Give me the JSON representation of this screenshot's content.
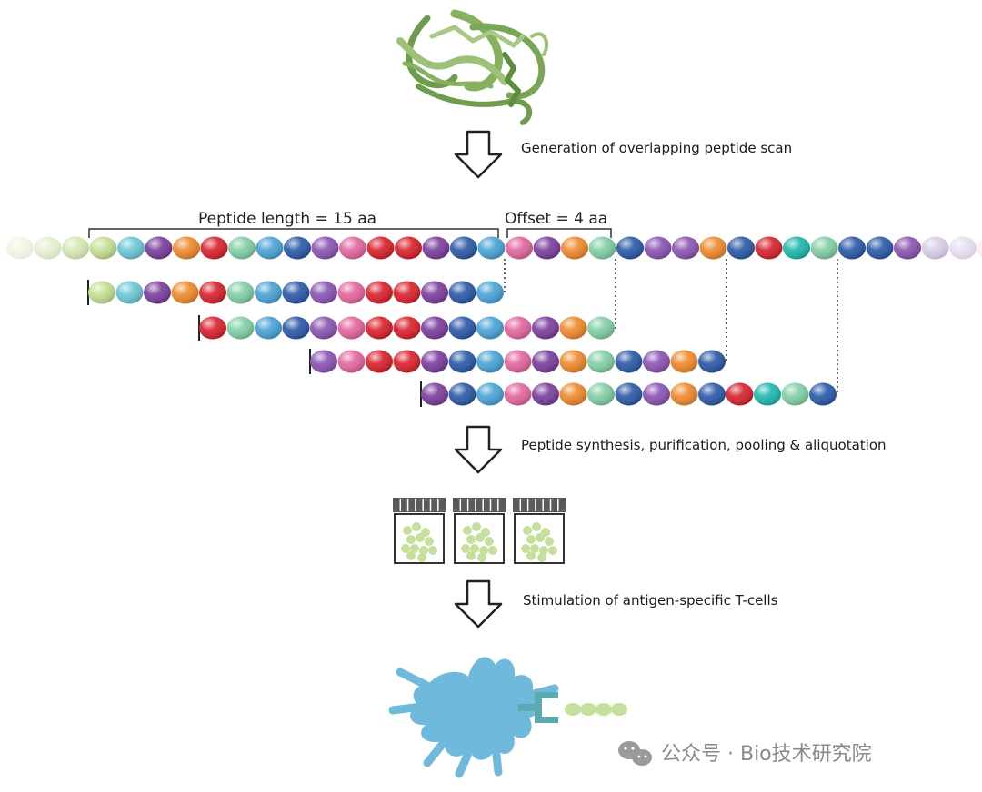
{
  "steps": {
    "step1": "Generation of overlapping peptide scan",
    "step2": "Peptide synthesis, purification, pooling & aliquotation",
    "step3": "Stimulation of antigen-specific T-cells"
  },
  "brackets": {
    "length_label": "Peptide length = 15 aa",
    "offset_label": "Offset = 4 aa"
  },
  "watermark": "公众号 · Bio技术研究院",
  "palette": {
    "ltgreen": "#c5df94",
    "cyan": "#6cc8d6",
    "purple": "#7a3f9e",
    "orange": "#ef8a2d",
    "red": "#d8232e",
    "mint": "#82cfa6",
    "sky": "#4aa3d6",
    "blue": "#2c5aa8",
    "violet": "#8b55b3",
    "pink": "#e3679f",
    "teal": "#1fb8ad",
    "lavender": "#c9b8df",
    "rose": "#f1c6c8",
    "protein": "#86b15f",
    "cell": "#6fb9dc",
    "receptor": "#5aaab0",
    "vial_cap": "#5a5a5a",
    "vial_bead": "#c6df9c"
  },
  "full_sequence": [
    "ltgreen",
    "ltgreen",
    "ltgreen",
    "ltgreen",
    "cyan",
    "purple",
    "orange",
    "red",
    "mint",
    "sky",
    "blue",
    "violet",
    "pink",
    "red",
    "red",
    "purple",
    "blue",
    "sky",
    "pink",
    "purple",
    "orange",
    "mint",
    "blue",
    "violet",
    "violet",
    "orange",
    "blue",
    "red",
    "teal",
    "mint",
    "blue",
    "blue",
    "violet",
    "lavender",
    "lavender",
    "rose"
  ],
  "peptides": [
    [
      "ltgreen",
      "cyan",
      "purple",
      "orange",
      "red",
      "mint",
      "sky",
      "blue",
      "violet",
      "pink",
      "red",
      "red",
      "purple",
      "blue",
      "sky"
    ],
    [
      "red",
      "mint",
      "sky",
      "blue",
      "violet",
      "pink",
      "red",
      "red",
      "purple",
      "blue",
      "sky",
      "pink",
      "purple",
      "orange",
      "mint"
    ],
    [
      "violet",
      "pink",
      "red",
      "red",
      "purple",
      "blue",
      "sky",
      "pink",
      "purple",
      "orange",
      "mint",
      "blue",
      "violet",
      "orange",
      "blue"
    ],
    [
      "purple",
      "blue",
      "sky",
      "pink",
      "purple",
      "orange",
      "mint",
      "blue",
      "violet",
      "orange",
      "blue",
      "red",
      "teal",
      "mint",
      "blue"
    ]
  ]
}
